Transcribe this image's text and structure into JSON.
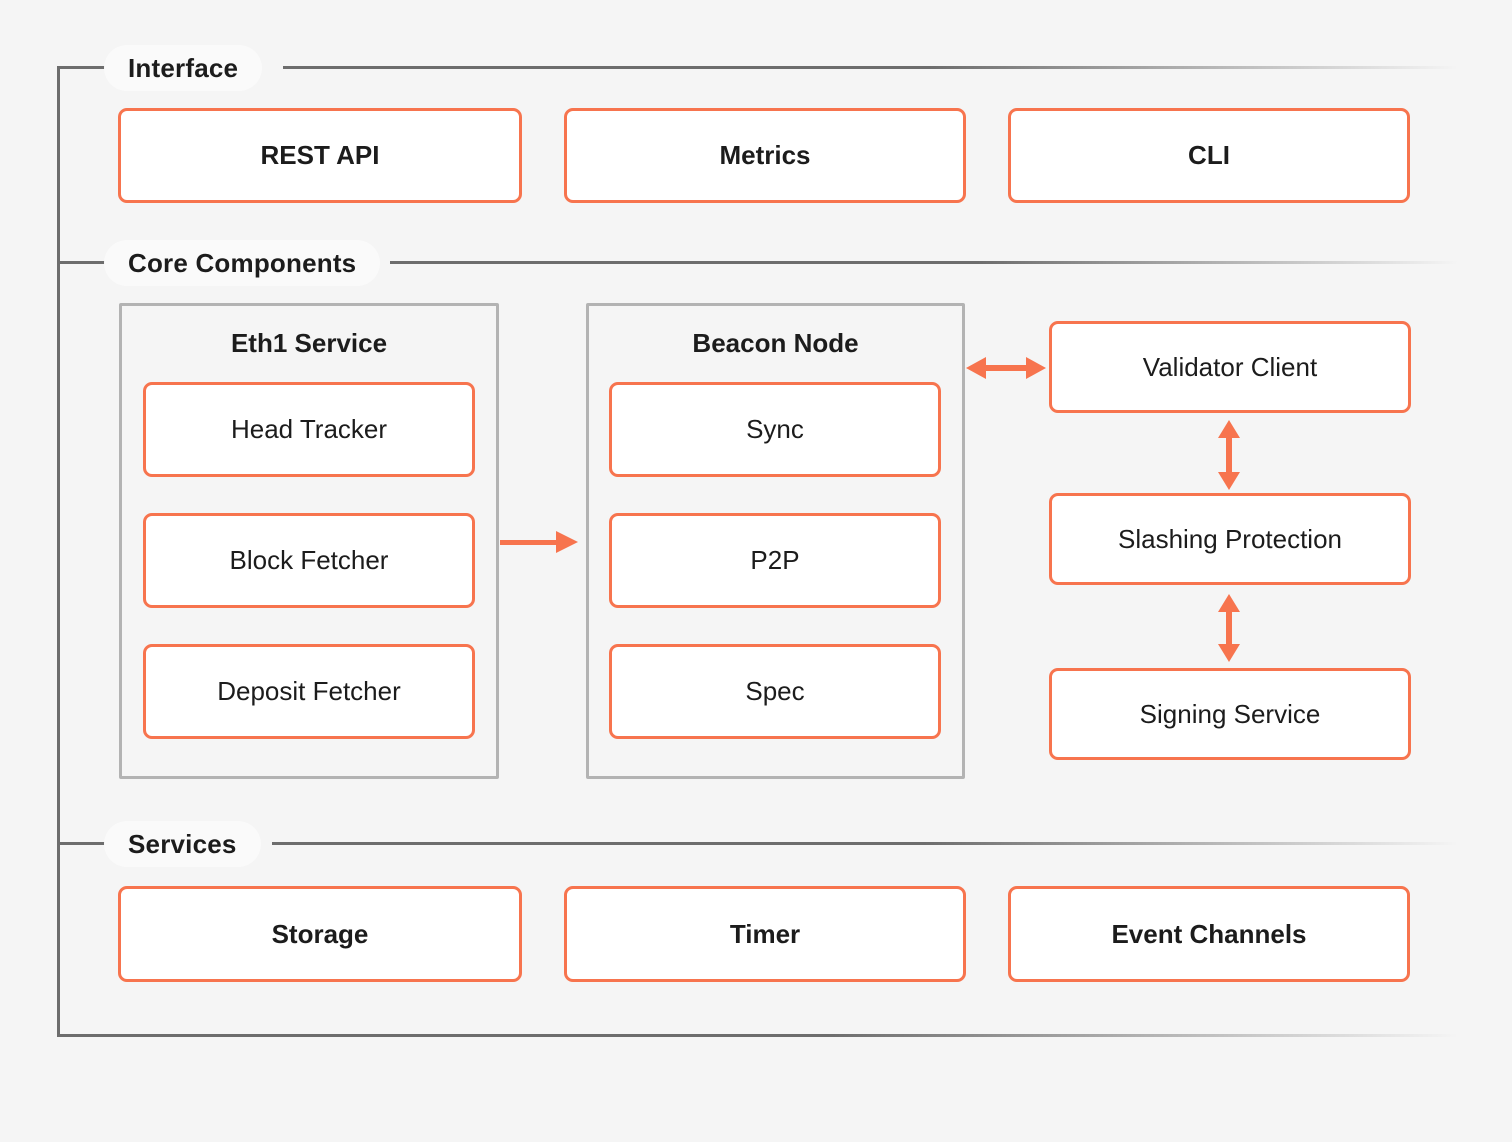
{
  "palette": {
    "accent": "#f7744e",
    "container_border": "#b3b3b3",
    "frame_line": "#6d6d6d",
    "text": "#1c1c1c",
    "page_bg": "#f5f5f5",
    "box_bg": "#ffffff",
    "label_pill": "#fafafa"
  },
  "interface": {
    "label": "Interface",
    "boxes": [
      "REST API",
      "Metrics",
      "CLI"
    ]
  },
  "core": {
    "label": "Core Components",
    "containers": [
      {
        "title": "Eth1 Service",
        "items": [
          "Head Tracker",
          "Block Fetcher",
          "Deposit Fetcher"
        ]
      },
      {
        "title": "Beacon Node",
        "items": [
          "Sync",
          "P2P",
          "Spec"
        ]
      }
    ],
    "chain": [
      "Validator Client",
      "Slashing Protection",
      "Signing Service"
    ]
  },
  "services": {
    "label": "Services",
    "boxes": [
      "Storage",
      "Timer",
      "Event Channels"
    ]
  },
  "arrows": [
    {
      "from": "Eth1 Service",
      "to": "Beacon Node",
      "type": "single",
      "direction": "right"
    },
    {
      "from": "Beacon Node",
      "to": "Validator Client",
      "type": "double",
      "direction": "horizontal"
    },
    {
      "from": "Validator Client",
      "to": "Slashing Protection",
      "type": "double",
      "direction": "vertical"
    },
    {
      "from": "Slashing Protection",
      "to": "Signing Service",
      "type": "double",
      "direction": "vertical"
    }
  ]
}
